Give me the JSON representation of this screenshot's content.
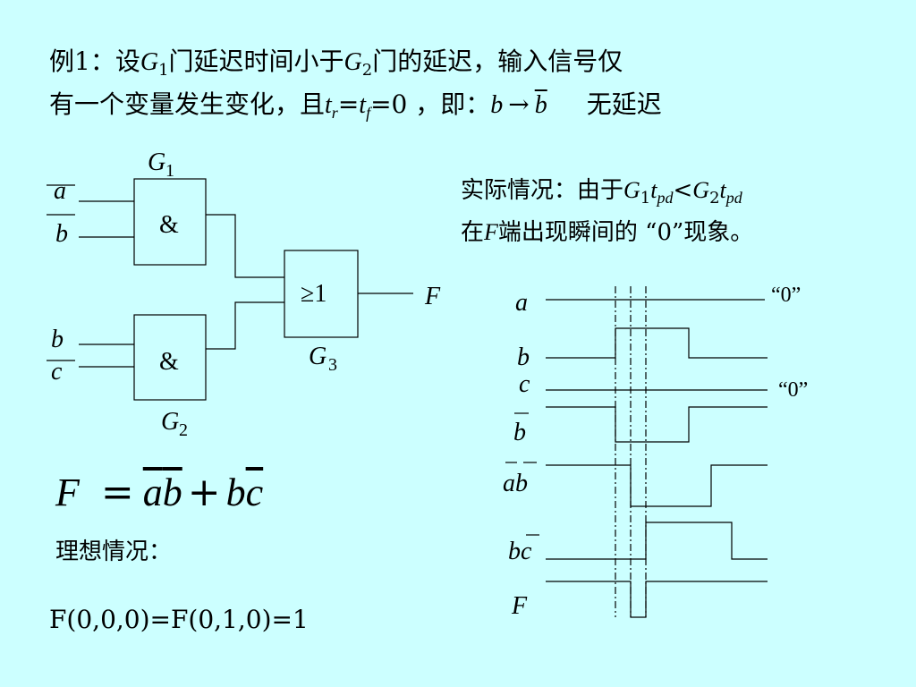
{
  "intro": {
    "l1_pre": "例1：设",
    "g1": "G",
    "g1_sub": "1",
    "l1_mid": "门延迟时间小于",
    "g2": "G",
    "g2_sub": "2",
    "l1_post": "门的延迟，输入信号仅",
    "l2_pre": "有一个变量发生变化，且",
    "tr": "t",
    "tr_sub": "r",
    "eq1": "=",
    "tf": "t",
    "tf_sub": "f",
    "l2_mid": "=0 ，即：",
    "b1": "b",
    "arrow": "→",
    "b2": "b",
    "l2_post": "无延迟"
  },
  "actual": {
    "l1_pre": "实际情况：由于",
    "g1": "G",
    "g1_sub": "1",
    "t1": "t",
    "t1_sub": "pd",
    "lt": "<",
    "g2": "G",
    "g2_sub": "2",
    "t2": "t",
    "t2_sub": "pd",
    "l2_pre": "在",
    "f": "F",
    "l2_post": "端出现瞬间的 “0”现象。"
  },
  "circuit": {
    "g1_label": "G",
    "g1_sub": "1",
    "g2_label": "G",
    "g2_sub": "2",
    "g3_label": "G",
    "g3_sub": "3",
    "and_symbol": "&",
    "or_symbol": "≥1",
    "in_a": "a",
    "in_b_bar": "b",
    "in_b": "b",
    "in_c_bar": "c",
    "output": "F"
  },
  "formula": {
    "lhs": "F",
    "eq": "=",
    "t1a": "a",
    "t1b": "b",
    "plus": "+",
    "t2a": "b",
    "t2b": "c"
  },
  "ideal": {
    "label": "理想情况：",
    "expr": "F(0,0,0)=F(0,1,0)=1"
  },
  "waveform": {
    "labels": [
      "a",
      "b",
      "c",
      "b",
      "ab",
      "bc",
      "F"
    ],
    "zero_a": "“0”",
    "zero_c": "“0”"
  }
}
